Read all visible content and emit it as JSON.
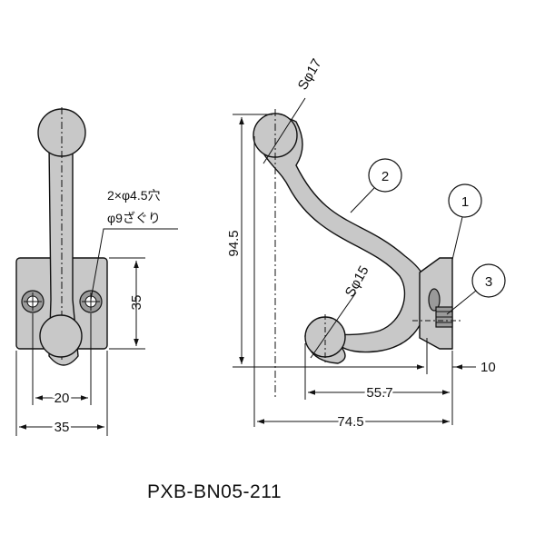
{
  "front_view": {
    "hole_note_line1": "2×φ4.5穴",
    "hole_note_line2": "φ9ざぐり",
    "dim_height": "35",
    "dim_hole_pitch": "20",
    "dim_width": "35"
  },
  "side_view": {
    "dim_top_sphere": "Sφ17",
    "dim_bottom_sphere": "Sφ15",
    "dim_height": "94.5",
    "dim_depth_inner": "55.7",
    "dim_depth_total": "74.5",
    "dim_base_thickness": "10",
    "callout_1": "1",
    "callout_2": "2",
    "callout_3": "3"
  },
  "model_number": "PXB-BN05-211"
}
